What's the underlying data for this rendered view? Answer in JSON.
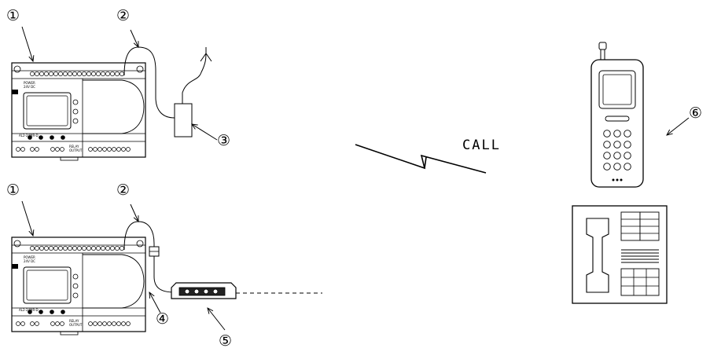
{
  "callouts": {
    "c1_top": "①",
    "c2_top": "②",
    "c3": "③",
    "c1_bottom": "①",
    "c2_bottom": "②",
    "c4": "④",
    "c5": "⑤",
    "c6": "⑥"
  },
  "call_label": "CALL",
  "plc": {
    "power_label": "POWER",
    "power_spec": "24V DC",
    "model_label": "AL2-24MR-D",
    "relay_label": "RELAY",
    "output_label": "OUTPUT"
  }
}
